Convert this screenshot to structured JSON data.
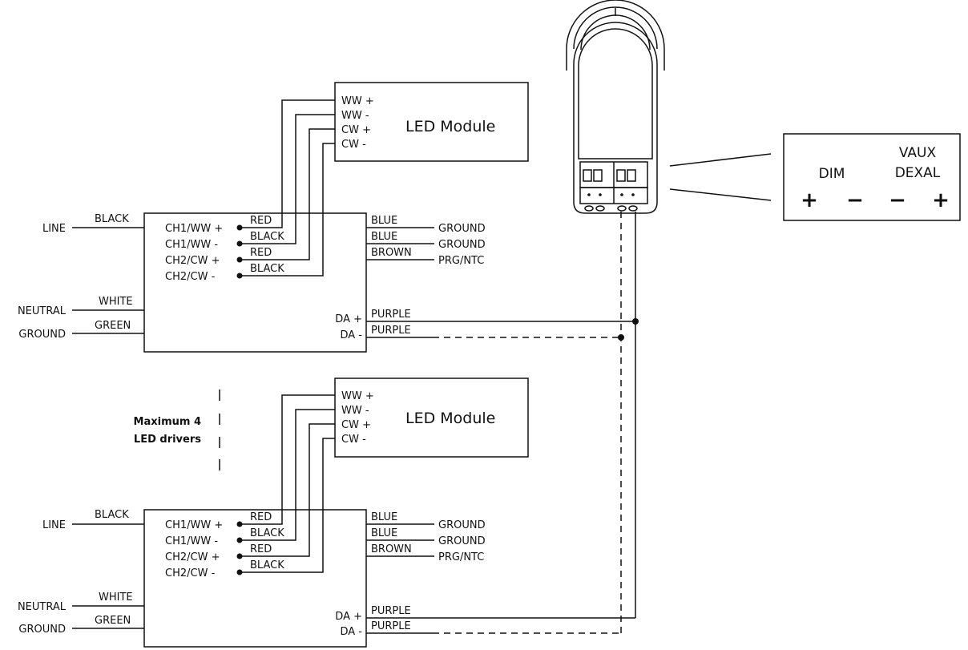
{
  "led_module": {
    "title": "LED Module",
    "terminals": [
      "WW +",
      "WW -",
      "CW +",
      "CW -"
    ]
  },
  "driver": {
    "inputs": [
      {
        "terminal": "LINE",
        "wire": "BLACK"
      },
      {
        "terminal": "NEUTRAL",
        "wire": "WHITE"
      },
      {
        "terminal": "GROUND",
        "wire": "GREEN"
      }
    ],
    "channels": [
      {
        "terminal": "CH1/WW +",
        "wire": "RED"
      },
      {
        "terminal": "CH1/WW -",
        "wire": "BLACK"
      },
      {
        "terminal": "CH2/CW +",
        "wire": "RED"
      },
      {
        "terminal": "CH2/CW -",
        "wire": "BLACK"
      }
    ],
    "aux": [
      {
        "wire": "BLUE",
        "terminal": "GROUND"
      },
      {
        "wire": "BLUE",
        "terminal": "GROUND"
      },
      {
        "wire": "BROWN",
        "terminal": "PRG/NTC"
      }
    ],
    "dali": [
      {
        "terminal": "DA +",
        "wire": "PURPLE"
      },
      {
        "terminal": "DA -",
        "wire": "PURPLE"
      }
    ]
  },
  "note": {
    "line1": "Maximum 4",
    "line2": "LED drivers"
  },
  "controller": {
    "dim_label": "DIM",
    "brand_line1": "VAUX",
    "brand_line2": "DEXAL",
    "symbols": [
      "+",
      "−",
      "−",
      "+"
    ]
  }
}
